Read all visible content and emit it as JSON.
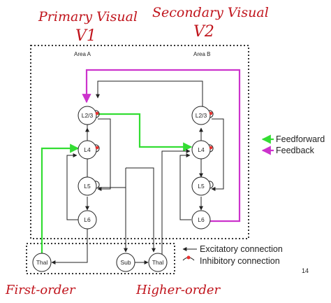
{
  "annotations": {
    "title_left": "Primary Visual",
    "title_right": "Secondary Visual",
    "v1": "V1",
    "v2": "V2",
    "bottom_left": "First-order",
    "bottom_right": "Higher-order"
  },
  "areas": {
    "area_a": "Area A",
    "area_b": "Area B"
  },
  "nodes": {
    "a_l23": "L2/3",
    "a_l4": "L4",
    "a_l5": "L5",
    "a_l6": "L6",
    "b_l23": "L2/3",
    "b_l4": "L4",
    "b_l5": "L5",
    "b_l6": "L6",
    "thal_first": "Thal",
    "sub": "Sub",
    "thal_higher": "Thal"
  },
  "legend": {
    "feedforward": "Feedforward",
    "feedback": "Feedback",
    "excitatory": "Excitatory connection",
    "inhibitory": "Inhibitory connection"
  },
  "page_number": "14",
  "colors": {
    "feedforward": "#33dd33",
    "feedback": "#cc33cc",
    "inhibitory": "#e8312f",
    "handwriting": "#c0141c",
    "line": "#222222"
  }
}
